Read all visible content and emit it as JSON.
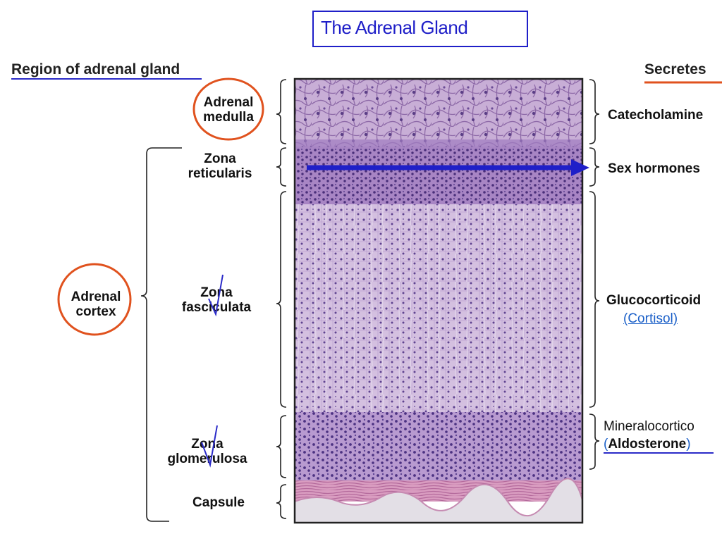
{
  "title": "The Adrenal Gland",
  "left_header": "Region of adrenal gland",
  "right_header": "Secretes",
  "regions": {
    "medulla": [
      "Adrenal",
      "medulla"
    ],
    "reticularis": [
      "Zona",
      "reticularis"
    ],
    "fasciculata": [
      "Zona",
      "fasciculata"
    ],
    "glomerulosa": [
      "Zona",
      "glomerulosa"
    ],
    "capsule": "Capsule",
    "cortex": [
      "Adrenal",
      "cortex"
    ]
  },
  "secretions": {
    "medulla": "Catecholamine",
    "reticularis": "Sex hormones",
    "fasciculata": "Glucocorticoid",
    "fasciculata_sub": "(Cortisol)",
    "glomerulosa": "Mineralocortico",
    "glomerulosa_sub": "Aldosterone"
  },
  "colors": {
    "title": "#1f1fc8",
    "annotation_circle": "#e0521e",
    "arrow": "#1f1fc8",
    "link": "#1a5fc8"
  }
}
